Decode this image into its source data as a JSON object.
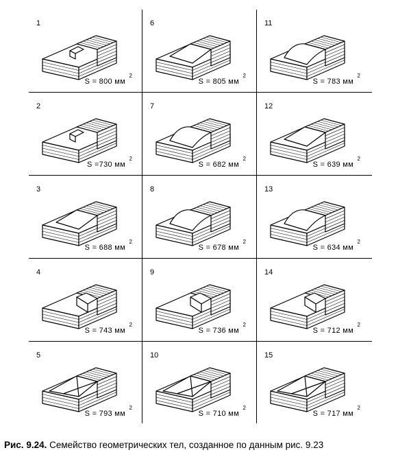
{
  "figure": {
    "cells": [
      {
        "num": "1",
        "area": "S = 800 мм",
        "sup": "2",
        "variant": "step-flat"
      },
      {
        "num": "6",
        "area": "S = 805 мм",
        "sup": "2",
        "variant": "slope"
      },
      {
        "num": "11",
        "area": "S = 783 мм",
        "sup": "2",
        "variant": "curve-up"
      },
      {
        "num": "2",
        "area": "S =730 мм",
        "sup": "2",
        "variant": "double-step"
      },
      {
        "num": "7",
        "area": "S = 682 мм",
        "sup": "2",
        "variant": "arch"
      },
      {
        "num": "12",
        "area": "S = 639 мм",
        "sup": "2",
        "variant": "chamfer"
      },
      {
        "num": "3",
        "area": "S = 688 мм",
        "sup": "2",
        "variant": "slope-low"
      },
      {
        "num": "8",
        "area": "S = 678 мм",
        "sup": "2",
        "variant": "arch-low"
      },
      {
        "num": "13",
        "area": "S = 634 мм",
        "sup": "2",
        "variant": "curve-low"
      },
      {
        "num": "4",
        "area": "S = 743 мм",
        "sup": "2",
        "variant": "notch-wedge"
      },
      {
        "num": "9",
        "area": "S = 736 мм",
        "sup": "2",
        "variant": "notch-curve"
      },
      {
        "num": "14",
        "area": "S = 712 мм",
        "sup": "2",
        "variant": "notch-slope"
      },
      {
        "num": "5",
        "area": "S = 793 мм",
        "sup": "2",
        "variant": "pyramid"
      },
      {
        "num": "10",
        "area": "S = 710 мм",
        "sup": "2",
        "variant": "pyramid-wide"
      },
      {
        "num": "15",
        "area": "S = 717 мм",
        "sup": "2",
        "variant": "pyramid-small"
      }
    ]
  },
  "caption": {
    "label": "Рис. 9.24.",
    "text": " Семейство геометрических тел, созданное по данным рис. 9.23"
  }
}
